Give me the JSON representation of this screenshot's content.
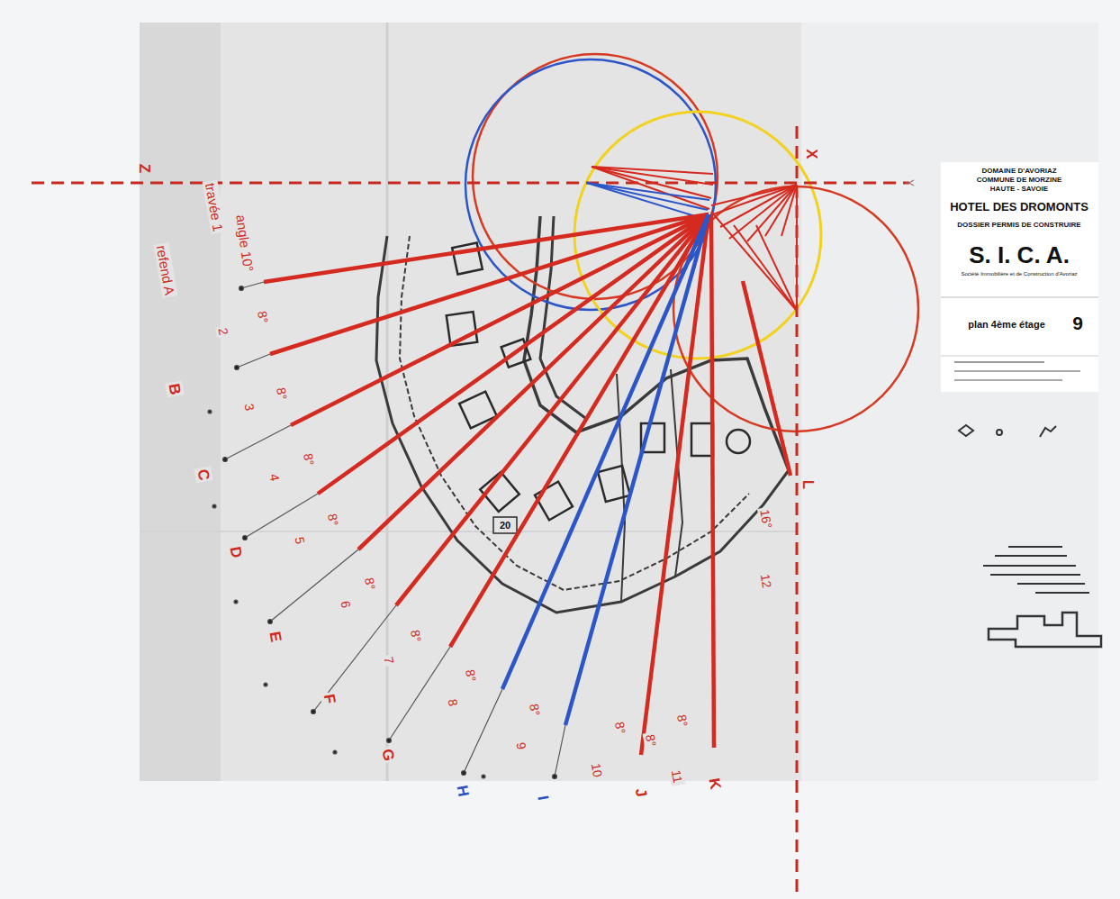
{
  "diagram": {
    "labels": [
      "Z",
      "X",
      "Y",
      "L",
      "angle 10°",
      "travée 1",
      "refend A",
      "8°",
      "8°",
      "8°",
      "8°",
      "8°",
      "8°",
      "8°",
      "8°",
      "8°",
      "8°",
      "8°",
      "16°",
      "2",
      "3",
      "4",
      "5",
      "6",
      "7",
      "8",
      "9",
      "10",
      "11",
      "12",
      "B",
      "C",
      "D",
      "E",
      "F",
      "G",
      "H",
      "I",
      "J",
      "K",
      "20",
      "DOMAINE D'AVORIAZ",
      "COMMUNE DE MORZINE",
      "HAUTE - SAVOIE",
      "HOTEL DES DROMONTS",
      "DOSSIER PERMIS DE CONSTRUIRE",
      "S. I. C. A.",
      "Société Immobilière et de Construction d'Avoriaz",
      "plan 4ème étage",
      "9"
    ]
  }
}
